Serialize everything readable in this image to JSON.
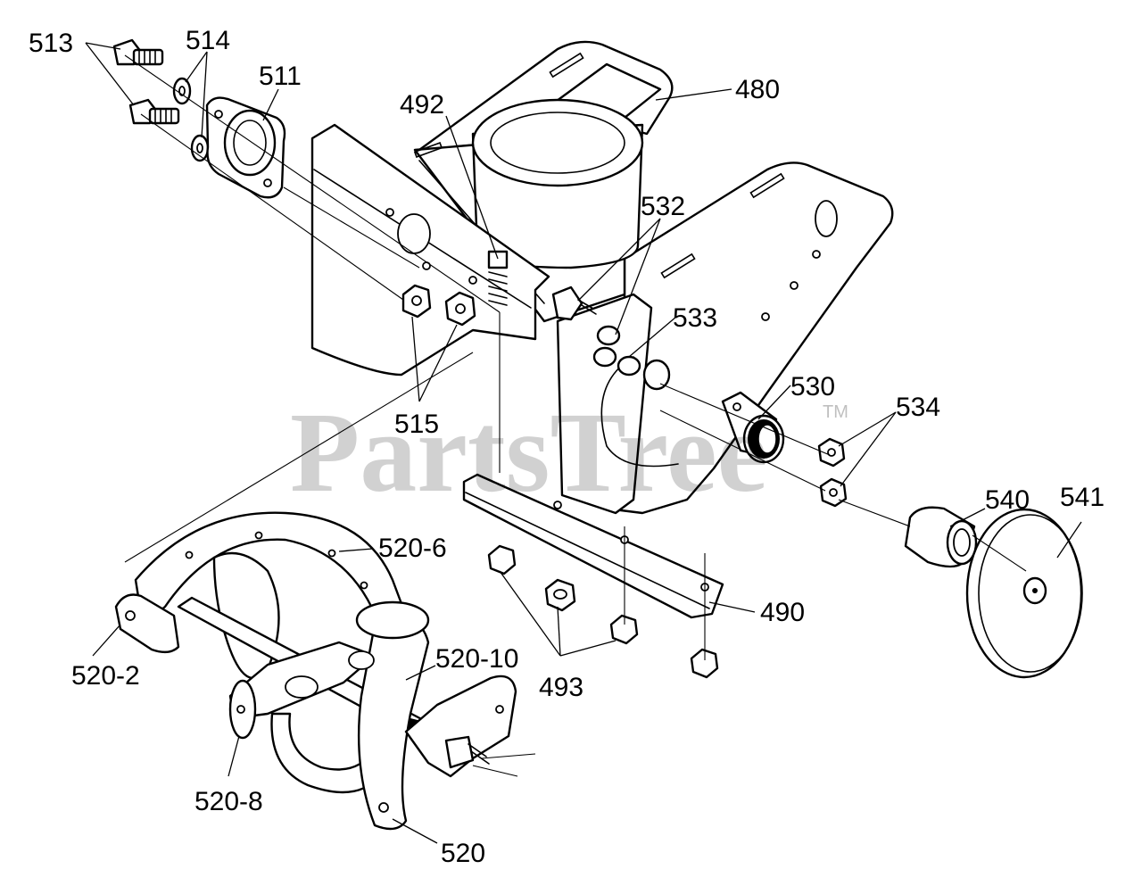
{
  "watermark": {
    "text": "PartsTree",
    "trademark": "TM"
  },
  "callouts": [
    {
      "id": "513",
      "label": "513"
    },
    {
      "id": "514",
      "label": "514"
    },
    {
      "id": "511",
      "label": "511"
    },
    {
      "id": "492",
      "label": "492"
    },
    {
      "id": "480",
      "label": "480"
    },
    {
      "id": "532",
      "label": "532"
    },
    {
      "id": "533",
      "label": "533"
    },
    {
      "id": "530",
      "label": "530"
    },
    {
      "id": "534",
      "label": "534"
    },
    {
      "id": "515",
      "label": "515"
    },
    {
      "id": "540",
      "label": "540"
    },
    {
      "id": "541",
      "label": "541"
    },
    {
      "id": "520-6",
      "label": "520-6"
    },
    {
      "id": "490",
      "label": "490"
    },
    {
      "id": "520-2",
      "label": "520-2"
    },
    {
      "id": "520-10",
      "label": "520-10"
    },
    {
      "id": "493",
      "label": "493"
    },
    {
      "id": "520-8",
      "label": "520-8"
    },
    {
      "id": "520",
      "label": "520"
    }
  ],
  "colors": {
    "ink": "#000000",
    "paper": "#ffffff",
    "watermark": "#b3b3b3"
  }
}
